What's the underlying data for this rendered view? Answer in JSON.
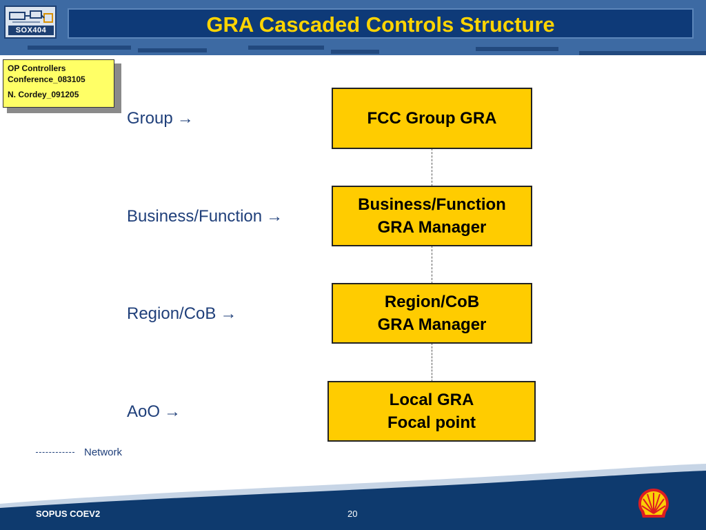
{
  "header": {
    "logo_text": "SOX404",
    "title": "GRA Cascaded Controls Structure"
  },
  "note": {
    "line1": "OP Controllers",
    "line2": "Conference_083105",
    "line3": "N. Cordey_091205"
  },
  "levels": [
    {
      "label": "Group",
      "arrow": "→"
    },
    {
      "label": "Business/Function",
      "arrow": "→"
    },
    {
      "label": "Region/CoB",
      "arrow": "→"
    },
    {
      "label": "AoO",
      "arrow": "→"
    }
  ],
  "boxes": [
    {
      "line1": "FCC Group GRA",
      "line2": ""
    },
    {
      "line1": "Business/Function",
      "line2": "GRA Manager"
    },
    {
      "line1": "Region/CoB",
      "line2": "GRA Manager"
    },
    {
      "line1": "Local GRA",
      "line2": "Focal point"
    }
  ],
  "legend": {
    "label": "Network"
  },
  "footer": {
    "left_text": "SOPUS COEV2",
    "page_number": "20"
  },
  "colors": {
    "box_fill": "#ffcc00",
    "title_text": "#ffd400",
    "header_blue": "#0e3a78",
    "label_blue": "#1f3f7a",
    "note_fill": "#ffff66"
  }
}
